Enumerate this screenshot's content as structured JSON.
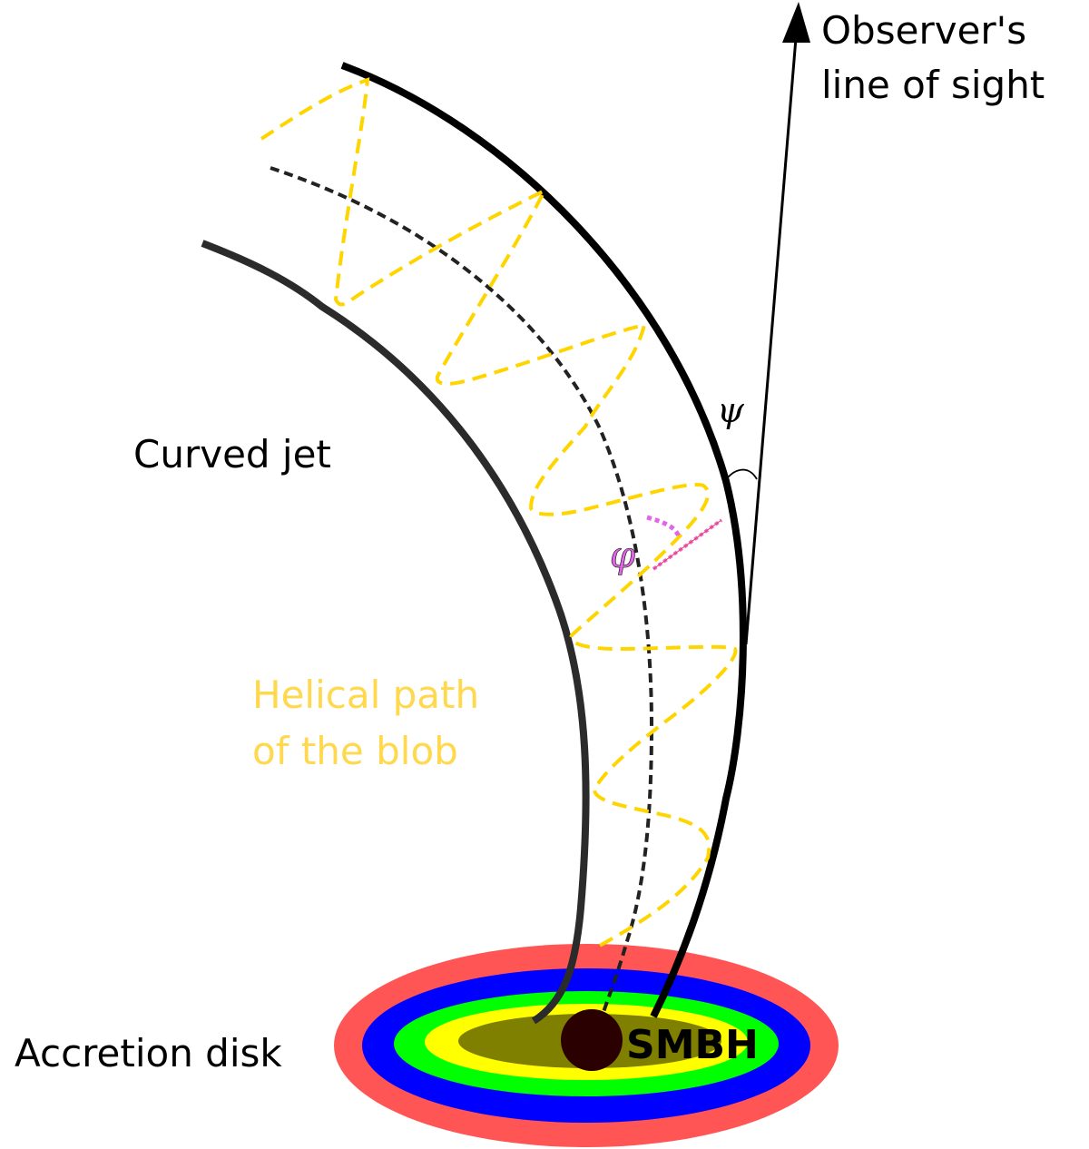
{
  "labels": {
    "observer": [
      "Observer's",
      "line of sight"
    ],
    "curved_jet": "Curved jet",
    "helical_path": [
      "Helical path",
      "of the blob"
    ],
    "accretion_disk": "Accretion disk",
    "smbh": "SMBH",
    "psi": "ψ",
    "phi": "φ"
  },
  "colors": {
    "jet_outer": "#000000",
    "jet_inner": "#2b2b2b",
    "helix": "#ffd500",
    "helix_label": "#ffd84d",
    "phi": "#e066e6",
    "disk_rings": [
      "#ff5555",
      "#0000ff",
      "#00ff00",
      "#ffff00",
      "#808000"
    ],
    "smbh": "#2b0000"
  }
}
